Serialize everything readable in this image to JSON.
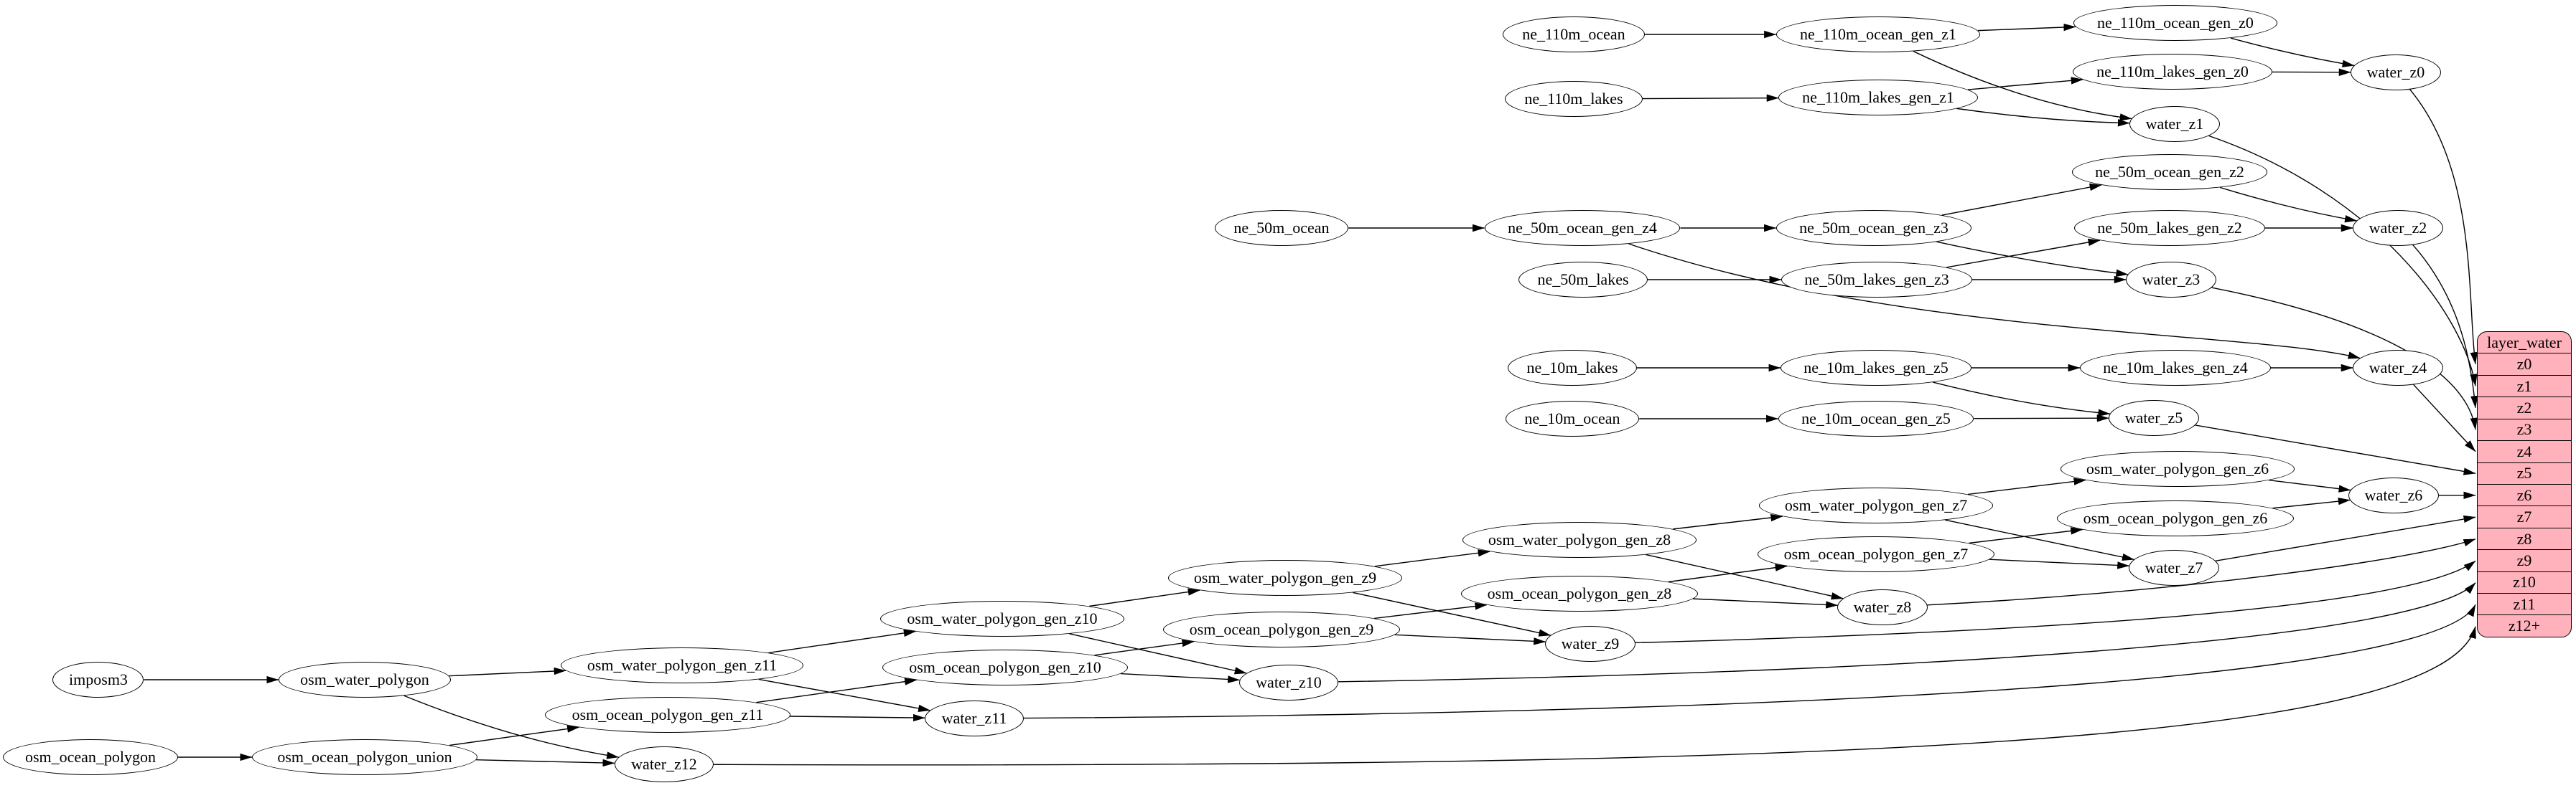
{
  "diagram": {
    "colors": {
      "background": "#ffffff",
      "node_fill": "#ffffff",
      "node_stroke": "#000000",
      "edge_stroke": "#000000",
      "table_fill": "#ffb2bc",
      "table_stroke": "#000000"
    },
    "table": {
      "title": "layer_water",
      "rows": [
        "z0",
        "z1",
        "z2",
        "z3",
        "z4",
        "z5",
        "z6",
        "z7",
        "z8",
        "z9",
        "z10",
        "z11",
        "z12+"
      ]
    },
    "nodes": [
      {
        "id": "ne_110m_ocean",
        "label": "ne_110m_ocean"
      },
      {
        "id": "ne_110m_ocean_gen_z1",
        "label": "ne_110m_ocean_gen_z1"
      },
      {
        "id": "ne_110m_ocean_gen_z0",
        "label": "ne_110m_ocean_gen_z0"
      },
      {
        "id": "ne_110m_lakes",
        "label": "ne_110m_lakes"
      },
      {
        "id": "ne_110m_lakes_gen_z1",
        "label": "ne_110m_lakes_gen_z1"
      },
      {
        "id": "ne_110m_lakes_gen_z0",
        "label": "ne_110m_lakes_gen_z0"
      },
      {
        "id": "water_z0",
        "label": "water_z0"
      },
      {
        "id": "water_z1",
        "label": "water_z1"
      },
      {
        "id": "ne_50m_ocean",
        "label": "ne_50m_ocean"
      },
      {
        "id": "ne_50m_ocean_gen_z4",
        "label": "ne_50m_ocean_gen_z4"
      },
      {
        "id": "ne_50m_ocean_gen_z3",
        "label": "ne_50m_ocean_gen_z3"
      },
      {
        "id": "ne_50m_ocean_gen_z2",
        "label": "ne_50m_ocean_gen_z2"
      },
      {
        "id": "ne_50m_lakes",
        "label": "ne_50m_lakes"
      },
      {
        "id": "ne_50m_lakes_gen_z3",
        "label": "ne_50m_lakes_gen_z3"
      },
      {
        "id": "ne_50m_lakes_gen_z2",
        "label": "ne_50m_lakes_gen_z2"
      },
      {
        "id": "water_z2",
        "label": "water_z2"
      },
      {
        "id": "water_z3",
        "label": "water_z3"
      },
      {
        "id": "ne_10m_lakes",
        "label": "ne_10m_lakes"
      },
      {
        "id": "ne_10m_lakes_gen_z5",
        "label": "ne_10m_lakes_gen_z5"
      },
      {
        "id": "ne_10m_lakes_gen_z4",
        "label": "ne_10m_lakes_gen_z4"
      },
      {
        "id": "water_z4",
        "label": "water_z4"
      },
      {
        "id": "ne_10m_ocean",
        "label": "ne_10m_ocean"
      },
      {
        "id": "ne_10m_ocean_gen_z5",
        "label": "ne_10m_ocean_gen_z5"
      },
      {
        "id": "water_z5",
        "label": "water_z5"
      },
      {
        "id": "osm_water_polygon_gen_z6",
        "label": "osm_water_polygon_gen_z6"
      },
      {
        "id": "osm_ocean_polygon_gen_z6",
        "label": "osm_ocean_polygon_gen_z6"
      },
      {
        "id": "water_z6",
        "label": "water_z6"
      },
      {
        "id": "osm_water_polygon_gen_z7",
        "label": "osm_water_polygon_gen_z7"
      },
      {
        "id": "osm_ocean_polygon_gen_z7",
        "label": "osm_ocean_polygon_gen_z7"
      },
      {
        "id": "water_z7",
        "label": "water_z7"
      },
      {
        "id": "osm_water_polygon_gen_z8",
        "label": "osm_water_polygon_gen_z8"
      },
      {
        "id": "osm_ocean_polygon_gen_z8",
        "label": "osm_ocean_polygon_gen_z8"
      },
      {
        "id": "water_z8",
        "label": "water_z8"
      },
      {
        "id": "osm_water_polygon_gen_z9",
        "label": "osm_water_polygon_gen_z9"
      },
      {
        "id": "osm_ocean_polygon_gen_z9",
        "label": "osm_ocean_polygon_gen_z9"
      },
      {
        "id": "water_z9",
        "label": "water_z9"
      },
      {
        "id": "osm_water_polygon_gen_z10",
        "label": "osm_water_polygon_gen_z10"
      },
      {
        "id": "osm_ocean_polygon_gen_z10",
        "label": "osm_ocean_polygon_gen_z10"
      },
      {
        "id": "water_z10",
        "label": "water_z10"
      },
      {
        "id": "osm_water_polygon_gen_z11",
        "label": "osm_water_polygon_gen_z11"
      },
      {
        "id": "osm_ocean_polygon_gen_z11",
        "label": "osm_ocean_polygon_gen_z11"
      },
      {
        "id": "water_z11",
        "label": "water_z11"
      },
      {
        "id": "imposm3",
        "label": "imposm3"
      },
      {
        "id": "osm_water_polygon",
        "label": "osm_water_polygon"
      },
      {
        "id": "osm_ocean_polygon",
        "label": "osm_ocean_polygon"
      },
      {
        "id": "osm_ocean_polygon_union",
        "label": "osm_ocean_polygon_union"
      },
      {
        "id": "water_z12",
        "label": "water_z12"
      }
    ],
    "edges": [
      {
        "from": "ne_110m_ocean",
        "to": "ne_110m_ocean_gen_z1"
      },
      {
        "from": "ne_110m_ocean_gen_z1",
        "to": "ne_110m_ocean_gen_z0"
      },
      {
        "from": "ne_110m_ocean_gen_z1",
        "to": "water_z1"
      },
      {
        "from": "ne_110m_ocean_gen_z0",
        "to": "water_z0"
      },
      {
        "from": "ne_110m_lakes",
        "to": "ne_110m_lakes_gen_z1"
      },
      {
        "from": "ne_110m_lakes_gen_z1",
        "to": "ne_110m_lakes_gen_z0"
      },
      {
        "from": "ne_110m_lakes_gen_z1",
        "to": "water_z1"
      },
      {
        "from": "ne_110m_lakes_gen_z0",
        "to": "water_z0"
      },
      {
        "from": "water_z0",
        "to": "layer_water:z0"
      },
      {
        "from": "water_z1",
        "to": "layer_water:z1"
      },
      {
        "from": "ne_50m_ocean",
        "to": "ne_50m_ocean_gen_z4"
      },
      {
        "from": "ne_50m_ocean_gen_z4",
        "to": "ne_50m_ocean_gen_z3"
      },
      {
        "from": "ne_50m_ocean_gen_z4",
        "to": "water_z4"
      },
      {
        "from": "ne_50m_ocean_gen_z3",
        "to": "ne_50m_ocean_gen_z2"
      },
      {
        "from": "ne_50m_ocean_gen_z3",
        "to": "water_z3"
      },
      {
        "from": "ne_50m_ocean_gen_z2",
        "to": "water_z2"
      },
      {
        "from": "ne_50m_lakes",
        "to": "ne_50m_lakes_gen_z3"
      },
      {
        "from": "ne_50m_lakes_gen_z3",
        "to": "ne_50m_lakes_gen_z2"
      },
      {
        "from": "ne_50m_lakes_gen_z3",
        "to": "water_z3"
      },
      {
        "from": "ne_50m_lakes_gen_z2",
        "to": "water_z2"
      },
      {
        "from": "water_z2",
        "to": "layer_water:z2"
      },
      {
        "from": "water_z3",
        "to": "layer_water:z3"
      },
      {
        "from": "water_z4",
        "to": "layer_water:z4"
      },
      {
        "from": "ne_10m_lakes",
        "to": "ne_10m_lakes_gen_z5"
      },
      {
        "from": "ne_10m_lakes_gen_z5",
        "to": "ne_10m_lakes_gen_z4"
      },
      {
        "from": "ne_10m_lakes_gen_z5",
        "to": "water_z5"
      },
      {
        "from": "ne_10m_lakes_gen_z4",
        "to": "water_z4"
      },
      {
        "from": "ne_10m_ocean",
        "to": "ne_10m_ocean_gen_z5"
      },
      {
        "from": "ne_10m_ocean_gen_z5",
        "to": "water_z5"
      },
      {
        "from": "water_z5",
        "to": "layer_water:z5"
      },
      {
        "from": "osm_water_polygon_gen_z6",
        "to": "water_z6"
      },
      {
        "from": "osm_ocean_polygon_gen_z6",
        "to": "water_z6"
      },
      {
        "from": "water_z6",
        "to": "layer_water:z6"
      },
      {
        "from": "osm_water_polygon_gen_z7",
        "to": "osm_water_polygon_gen_z6"
      },
      {
        "from": "osm_water_polygon_gen_z7",
        "to": "water_z7"
      },
      {
        "from": "osm_ocean_polygon_gen_z7",
        "to": "osm_ocean_polygon_gen_z6"
      },
      {
        "from": "osm_ocean_polygon_gen_z7",
        "to": "water_z7"
      },
      {
        "from": "water_z7",
        "to": "layer_water:z7"
      },
      {
        "from": "osm_water_polygon_gen_z8",
        "to": "osm_water_polygon_gen_z7"
      },
      {
        "from": "osm_water_polygon_gen_z8",
        "to": "water_z8"
      },
      {
        "from": "osm_ocean_polygon_gen_z8",
        "to": "osm_ocean_polygon_gen_z7"
      },
      {
        "from": "osm_ocean_polygon_gen_z8",
        "to": "water_z8"
      },
      {
        "from": "water_z8",
        "to": "layer_water:z8"
      },
      {
        "from": "osm_water_polygon_gen_z9",
        "to": "osm_water_polygon_gen_z8"
      },
      {
        "from": "osm_water_polygon_gen_z9",
        "to": "water_z9"
      },
      {
        "from": "osm_ocean_polygon_gen_z9",
        "to": "osm_ocean_polygon_gen_z8"
      },
      {
        "from": "osm_ocean_polygon_gen_z9",
        "to": "water_z9"
      },
      {
        "from": "water_z9",
        "to": "layer_water:z9"
      },
      {
        "from": "osm_water_polygon_gen_z10",
        "to": "osm_water_polygon_gen_z9"
      },
      {
        "from": "osm_water_polygon_gen_z10",
        "to": "water_z10"
      },
      {
        "from": "osm_ocean_polygon_gen_z10",
        "to": "osm_ocean_polygon_gen_z9"
      },
      {
        "from": "osm_ocean_polygon_gen_z10",
        "to": "water_z10"
      },
      {
        "from": "water_z10",
        "to": "layer_water:z10"
      },
      {
        "from": "osm_water_polygon_gen_z11",
        "to": "osm_water_polygon_gen_z10"
      },
      {
        "from": "osm_water_polygon_gen_z11",
        "to": "water_z11"
      },
      {
        "from": "osm_ocean_polygon_gen_z11",
        "to": "osm_ocean_polygon_gen_z10"
      },
      {
        "from": "osm_ocean_polygon_gen_z11",
        "to": "water_z11"
      },
      {
        "from": "water_z11",
        "to": "layer_water:z11"
      },
      {
        "from": "imposm3",
        "to": "osm_water_polygon"
      },
      {
        "from": "osm_water_polygon",
        "to": "osm_water_polygon_gen_z11"
      },
      {
        "from": "osm_water_polygon",
        "to": "water_z12"
      },
      {
        "from": "osm_ocean_polygon",
        "to": "osm_ocean_polygon_union"
      },
      {
        "from": "osm_ocean_polygon_union",
        "to": "osm_ocean_polygon_gen_z11"
      },
      {
        "from": "osm_ocean_polygon_union",
        "to": "water_z12"
      },
      {
        "from": "water_z12",
        "to": "layer_water:z12+"
      }
    ]
  }
}
